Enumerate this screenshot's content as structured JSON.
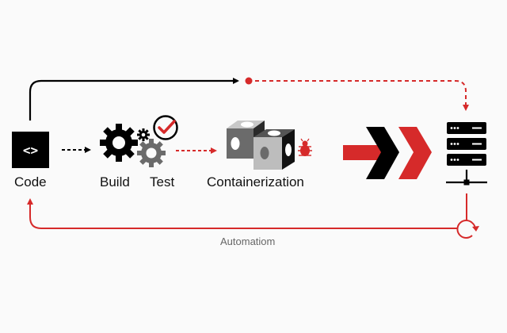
{
  "diagram": {
    "type": "CI/CD pipeline flow",
    "stages": [
      {
        "id": "code",
        "label": "Code",
        "icon": "code-brackets-icon",
        "glyph": "<>"
      },
      {
        "id": "build",
        "label": "Build",
        "icon": "gears-icon"
      },
      {
        "id": "test",
        "label": "Test",
        "icon": "checkmark-circle-icon"
      },
      {
        "id": "containerization",
        "label": "Containerization",
        "icon": "cubes-icon",
        "badge_icon": "bug-icon"
      },
      {
        "id": "deploy",
        "label": "",
        "icon": "double-chevron-arrow-icon"
      },
      {
        "id": "server",
        "label": "",
        "icon": "server-rack-icon"
      }
    ],
    "loop": {
      "label": "Automatiom",
      "icon": "refresh-cycle-icon"
    },
    "colors": {
      "accent": "#d62a2a",
      "primary": "#000000",
      "secondary": "#6b6b6b",
      "text_muted": "#666666",
      "background": "#fafafa"
    }
  }
}
